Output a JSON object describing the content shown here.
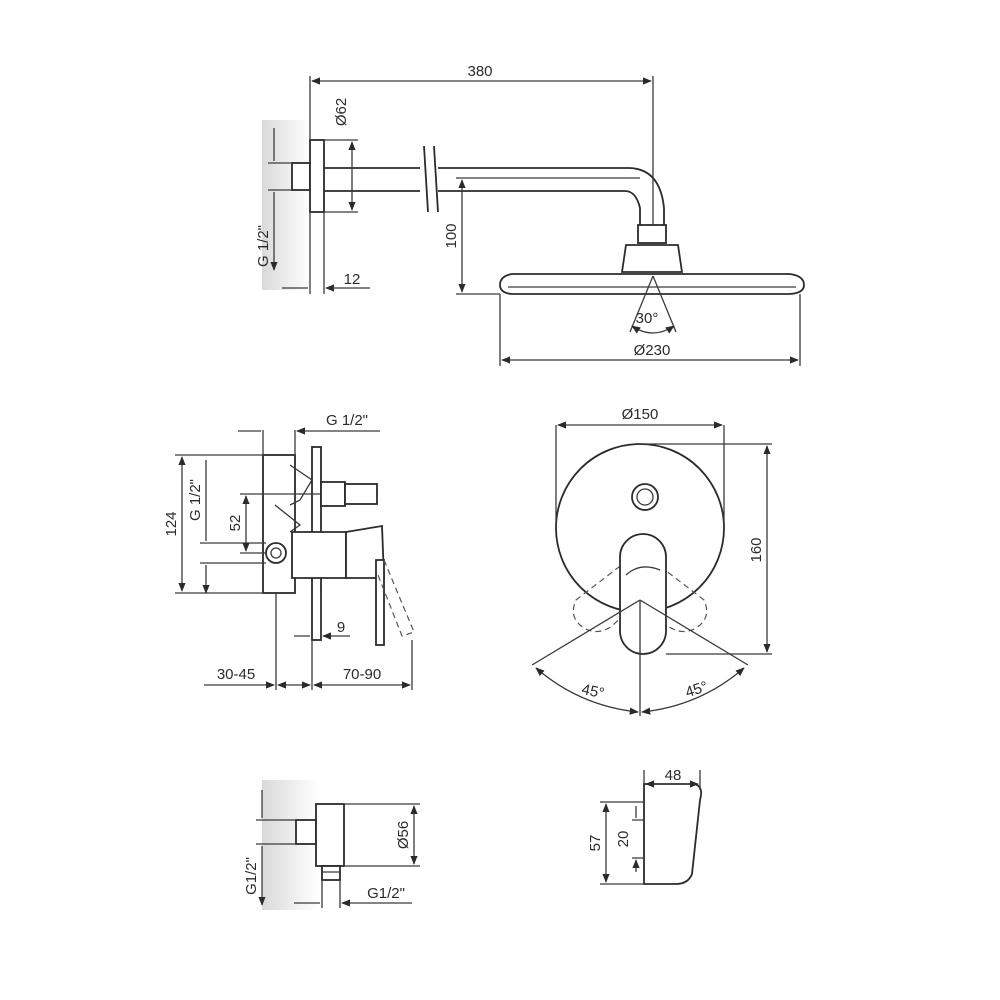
{
  "dimensions": {
    "arm_length": "380",
    "flange_diameter": "Ø62",
    "arm_thread": "G 1/2\"",
    "wall_projection": "12",
    "head_drop": "100",
    "head_angle": "30°",
    "head_diameter": "Ø230",
    "mixer_thread_top": "G 1/2\"",
    "mixer_height": "124",
    "mixer_thread_side": "G 1/2\"",
    "mixer_axis_offset": "52",
    "plate_thickness": "9",
    "install_depth": "30-45",
    "lever_projection": "70-90",
    "plate_diameter": "Ø150",
    "plate_height": "160",
    "lever_angle_left": "45°",
    "lever_angle_right": "45°",
    "outlet_diameter": "Ø56",
    "outlet_thread_side": "G1/2\"",
    "outlet_thread_bottom": "G1/2\"",
    "holder_width": "48",
    "holder_height": "57",
    "holder_hole_spacing": "20"
  }
}
